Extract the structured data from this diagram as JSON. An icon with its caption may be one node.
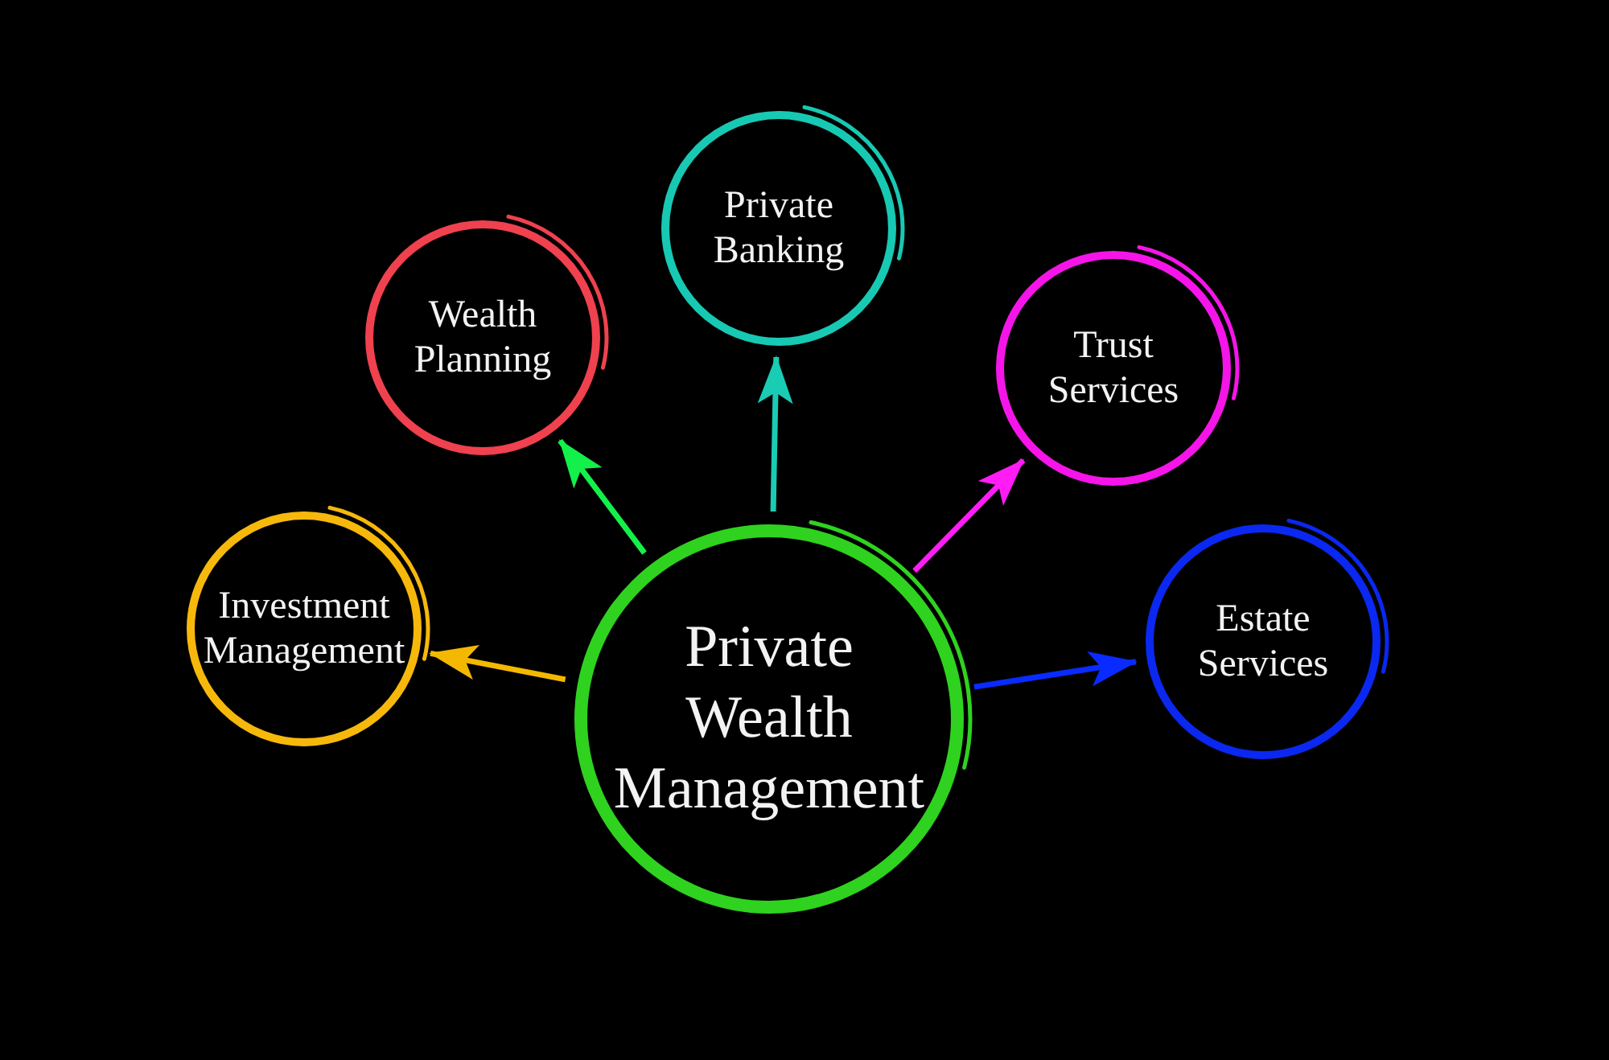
{
  "diagram": {
    "nodes": [
      {
        "text": [
          "Private Wealth Management"
        ]
      },
      {
        "text": [
          "Investment Management"
        ]
      },
      {
        "text": [
          "Wealth Planning"
        ]
      },
      {
        "text": [
          "Private Banking"
        ]
      },
      {
        "text": [
          "Trust Services"
        ]
      },
      {
        "text": [
          "Estate Services"
        ]
      }
    ],
    "edges": [
      {
        "from": 0,
        "to": 1,
        "arrow": "to",
        "color": "#f5b800"
      },
      {
        "from": 0,
        "to": 2,
        "arrow": "to",
        "color": "#14f04a"
      },
      {
        "from": 0,
        "to": 3,
        "arrow": "to",
        "color": "#19ccb4"
      },
      {
        "from": 0,
        "to": 4,
        "arrow": "to",
        "color": "#ff1cf5"
      },
      {
        "from": 0,
        "to": 5,
        "arrow": "to",
        "color": "#0a2bff"
      }
    ]
  }
}
